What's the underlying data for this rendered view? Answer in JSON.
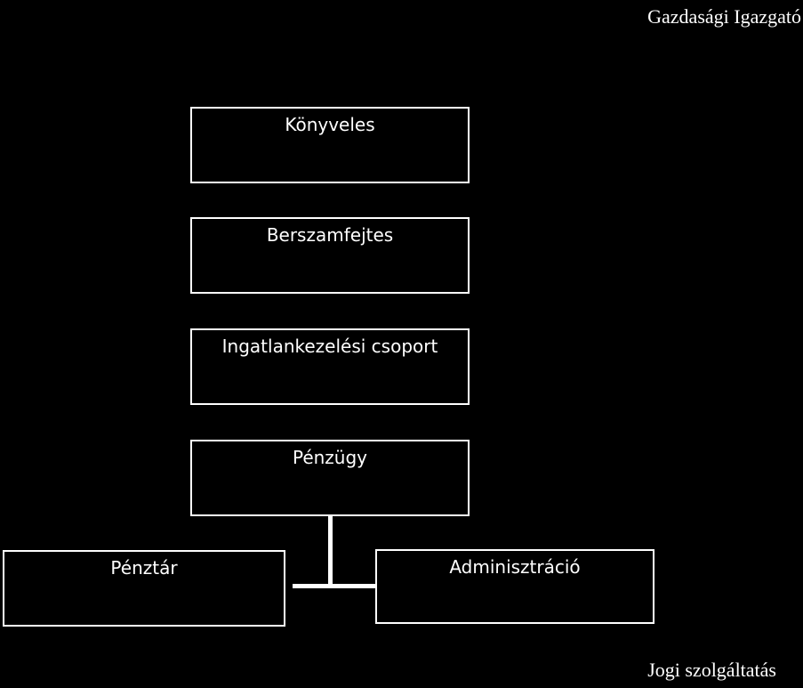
{
  "header": {
    "title": "Gazdasági Igazgató"
  },
  "units": [
    {
      "label": "Könyveles"
    },
    {
      "label": "Berszamfejtes"
    },
    {
      "label": "Ingatlankezelési csoport"
    },
    {
      "label": "Pénzügy"
    },
    {
      "label": "Pénztár"
    },
    {
      "label": "Adminisztráció"
    }
  ],
  "footer": {
    "label": "Jogi szolgáltatás"
  },
  "colors": {
    "background": "#000000",
    "foreground": "#ffffff"
  }
}
